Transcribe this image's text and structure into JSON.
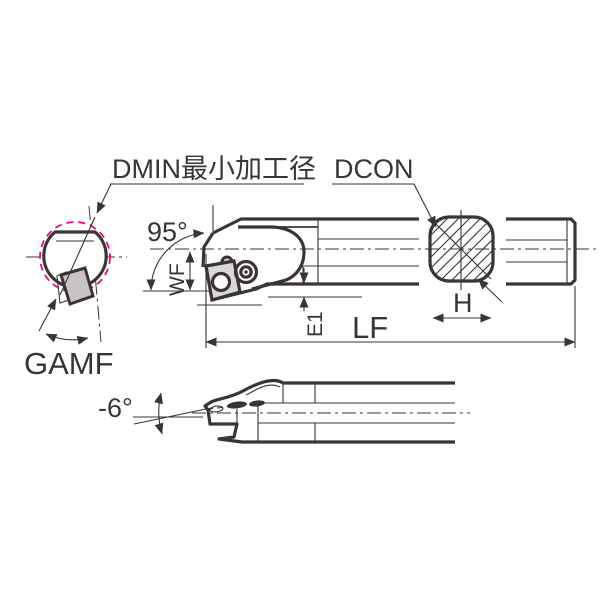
{
  "labels": {
    "dmin_note": "DMIN最小加工径",
    "dcon": "DCON",
    "approach_angle": "95°",
    "wf": "WF",
    "e1": "E1",
    "lf": "LF",
    "h": "H",
    "gamf": "GAMF",
    "rake_angle": "-6°"
  },
  "colors": {
    "line": "#3a3433",
    "dmin_circle": "#e5007d",
    "insert_fill_light": "#d9d8d7",
    "insert_fill_gray": "#c6c5c4"
  }
}
